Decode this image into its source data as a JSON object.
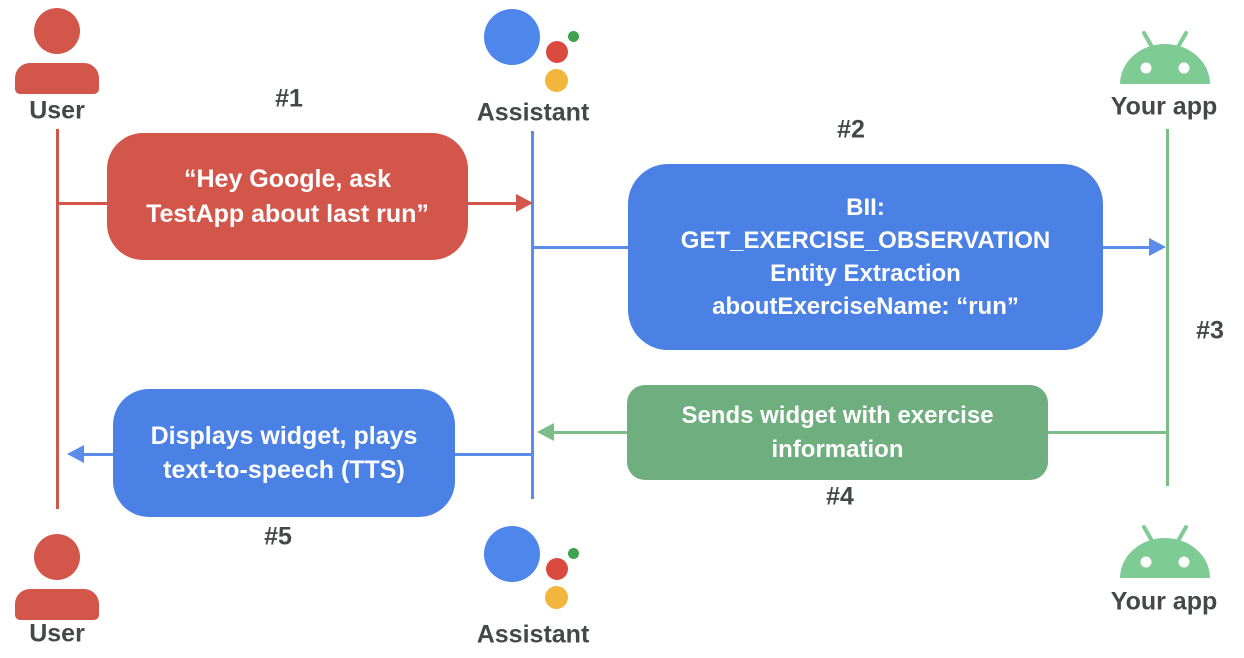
{
  "diagram": {
    "actors": {
      "user": {
        "label": "User"
      },
      "assistant": {
        "label": "Assistant"
      },
      "your_app": {
        "label": "Your app"
      }
    },
    "steps": {
      "s1": {
        "label": "#1",
        "text": "“Hey Google, ask\nTestApp about last run”",
        "from": "user",
        "to": "assistant"
      },
      "s2": {
        "label": "#2",
        "text": "BII:\nGET_EXERCISE_OBSERVATION\nEntity Extraction\naboutExerciseName: “run”",
        "from": "assistant",
        "to": "your_app"
      },
      "s3": {
        "label": "#3",
        "from": "your_app",
        "to": "your_app"
      },
      "s4": {
        "label": "#4",
        "text": "Sends widget with exercise\ninformation",
        "from": "your_app",
        "to": "assistant"
      },
      "s5": {
        "label": "#5",
        "text": "Displays widget, plays\ntext-to-speech (TTS)",
        "from": "assistant",
        "to": "user"
      }
    },
    "colors": {
      "red": "#d3564a",
      "blue": "#4b80e4",
      "blue-line": "#5b8cec",
      "green": "#6fae7e",
      "green-line": "#7cbd8a",
      "android-green": "#7ecb93",
      "assistant-blue": "#4e86ec",
      "assistant-red": "#db4a3e",
      "assistant-green": "#3fa24c",
      "assistant-yellow": "#f2b63c",
      "label-gray": "#45484b"
    }
  }
}
